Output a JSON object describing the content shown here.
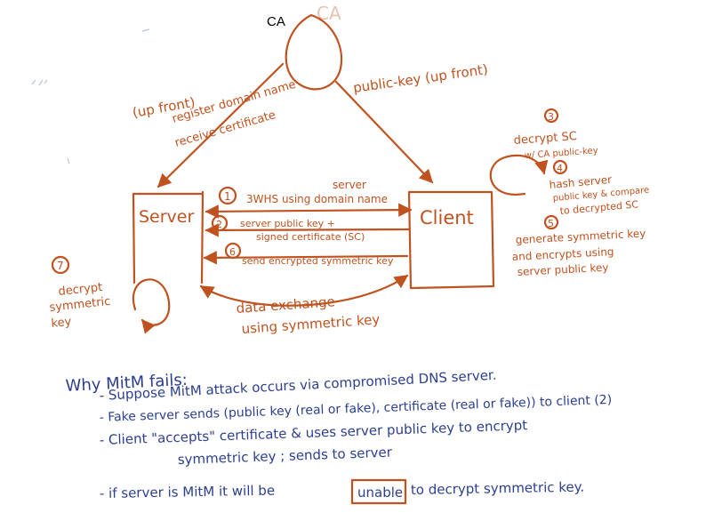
{
  "nodes": {
    "ca": "CA",
    "server": "Server",
    "client": "Client"
  },
  "edges": {
    "ca_to_server_1": "(up front)",
    "ca_to_server_2": "register domain name",
    "ca_to_server_3": "receive certificate",
    "ca_to_client": "public-key (up front)",
    "step1_num": "1",
    "step1": "3WHS using domain name",
    "step1_extra": "server",
    "step2_num": "2",
    "step2_a": "server public key +",
    "step2_b": "signed certificate (SC)",
    "step6_num": "6",
    "step6": "send encrypted symmetric key",
    "data_exchange_1": "data exchange",
    "data_exchange_2": "using symmetric key"
  },
  "client_notes": {
    "n3": "3",
    "n3_a": "decrypt SC",
    "n3_b": "w/ CA public-key",
    "n4": "4",
    "n4_a": "hash server",
    "n4_b": "public key & compare",
    "n4_c": "to decrypted SC",
    "n5": "5",
    "n5_a": "generate symmetric key",
    "n5_b": "and encrypts using",
    "n5_c": "server public key"
  },
  "server_notes": {
    "n7": "7",
    "n7_a": "decrypt",
    "n7_b": "symmetric",
    "n7_c": "key"
  },
  "notes": {
    "title": "Why MitM fails:",
    "line1": "- Suppose MitM attack occurs via compromised DNS server.",
    "line2": "- Fake server sends (public key (real or fake), certificate (real or fake)) to client (2)",
    "line3a": "- Client \"accepts\" certificate & uses server public key to encrypt",
    "line3b": "symmetric key ; sends to server",
    "line4a": "- if server is MitM it will be",
    "line4_boxed": "unable",
    "line4b": "to decrypt symmetric key."
  }
}
